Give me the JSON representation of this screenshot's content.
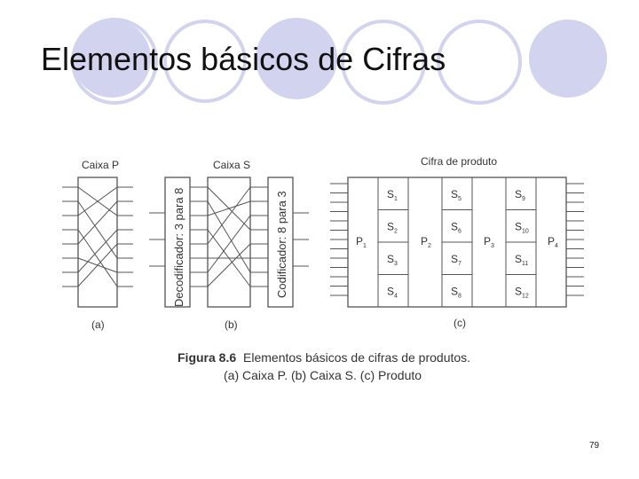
{
  "slide": {
    "title": "Elementos básicos de Cifras",
    "number": "79",
    "colors": {
      "accent": "#d2d3ee",
      "line": "#555555"
    }
  },
  "figure": {
    "box_p": {
      "label": "Caixa P",
      "sub": "(a)"
    },
    "box_s": {
      "label": "Caixa S",
      "sub": "(b)",
      "decoder": "Decodificador: 3 para 8",
      "encoder": "Codificador: 8 para 3"
    },
    "product": {
      "label": "Cifra de produto",
      "sub": "(c)",
      "p_stages": [
        {
          "main": "P",
          "sub": "1"
        },
        {
          "main": "P",
          "sub": "2"
        },
        {
          "main": "P",
          "sub": "3"
        },
        {
          "main": "P",
          "sub": "4"
        }
      ],
      "s_columns": [
        [
          {
            "main": "S",
            "sub": "1"
          },
          {
            "main": "S",
            "sub": "2"
          },
          {
            "main": "S",
            "sub": "3"
          },
          {
            "main": "S",
            "sub": "4"
          }
        ],
        [
          {
            "main": "S",
            "sub": "5"
          },
          {
            "main": "S",
            "sub": "6"
          },
          {
            "main": "S",
            "sub": "7"
          },
          {
            "main": "S",
            "sub": "8"
          }
        ],
        [
          {
            "main": "S",
            "sub": "9"
          },
          {
            "main": "S",
            "sub": "10"
          },
          {
            "main": "S",
            "sub": "11"
          },
          {
            "main": "S",
            "sub": "12"
          }
        ]
      ]
    },
    "caption": {
      "fig_label": "Figura 8.6",
      "line1": "Elementos básicos de cifras de produtos.",
      "line2": "(a) Caixa P. (b) Caixa S. (c) Produto"
    }
  }
}
